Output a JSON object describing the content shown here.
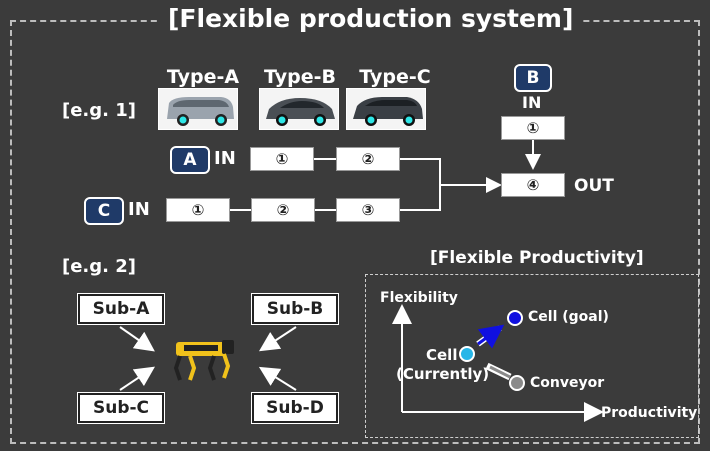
{
  "title": "[Flexible production system]",
  "eg1": {
    "label": "[e.g. 1]",
    "types": [
      "Type-A",
      "Type-B",
      "Type-C"
    ],
    "line_a": {
      "badge": "A",
      "in_label": "IN",
      "steps": [
        "①",
        "②"
      ]
    },
    "line_c": {
      "badge": "C",
      "in_label": "IN",
      "steps": [
        "①",
        "②",
        "③"
      ]
    },
    "line_b": {
      "badge": "B",
      "in_label": "IN",
      "step": "①"
    },
    "merge": {
      "step": "④",
      "out_label": "OUT"
    }
  },
  "eg2": {
    "label": "[e.g. 2]",
    "subs": [
      "Sub-A",
      "Sub-B",
      "Sub-C",
      "Sub-D"
    ]
  },
  "flex_productivity": {
    "title": "[Flexible  Productivity]",
    "y_axis": "Flexibility",
    "x_axis": "Productivity",
    "points": [
      {
        "label": "Cell  (goal)",
        "color": "#1010e0"
      },
      {
        "label": "Cell",
        "sublabel": "(Currently)",
        "color": "#27b6e8"
      },
      {
        "label": "Conveyor",
        "color": "#8a8a8a"
      }
    ]
  },
  "colors": {
    "badge": "#1f3a68",
    "background": "#3b3b3b",
    "goal_arrow": "#1010e0"
  }
}
